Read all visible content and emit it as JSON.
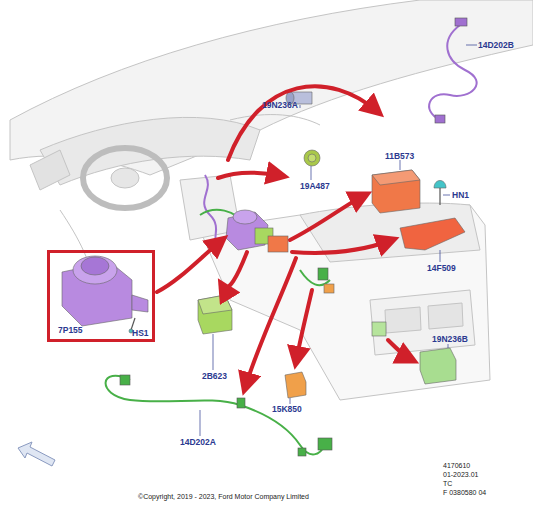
{
  "diagram": {
    "nodes": [
      {
        "text": [
          "7P155",
          "HS1"
        ]
      }
    ],
    "labels": [
      "14D202B",
      "19N236A",
      "11B573",
      "19A487",
      "HN1",
      "14F509",
      "2B623",
      "19N236B",
      "15K850",
      "14D202A",
      "4170610",
      "01-2023.01",
      "TC",
      "F 0380580 04",
      "©Copyright, 2019 - 2023, Ford Motor Company Limited"
    ]
  }
}
